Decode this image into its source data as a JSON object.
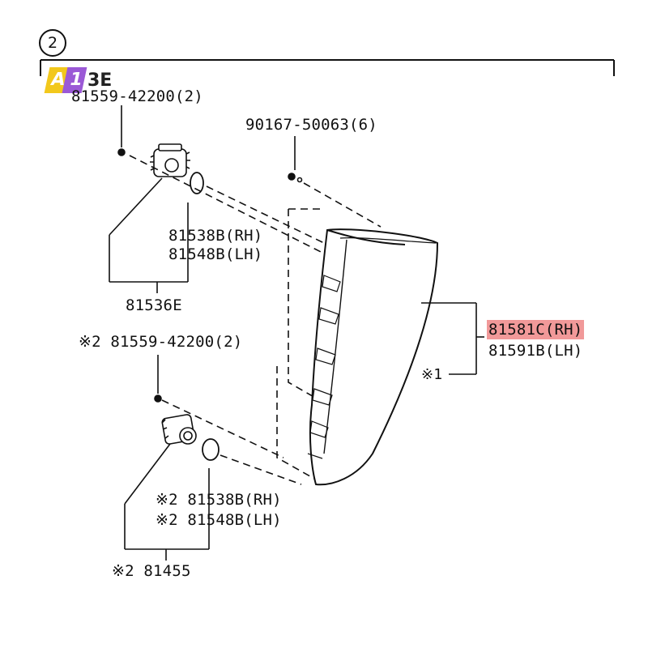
{
  "section_number": "2",
  "watermark": {
    "text_a": "A",
    "text_b": "1",
    "text_rest": "3E"
  },
  "labels": {
    "top_bulb_bolt": "81559-42200(2)",
    "top_screw": "90167-50063(6)",
    "top_gasket_rh": "81538B(RH)",
    "top_gasket_lh": "81548B(LH)",
    "top_socket": "81536E",
    "lamp_rh": "81581C(RH)",
    "lamp_lh": "81591B(LH)",
    "lamp_note": "※1",
    "bottom_bulb_bolt": "※2 81559-42200(2)",
    "bottom_gasket_rh": "※2 81538B(RH)",
    "bottom_gasket_lh": "※2 81548B(LH)",
    "bottom_socket": "※2 81455"
  },
  "colors": {
    "highlight": "#e64646",
    "line": "#111111",
    "logo_yellow": "#f2c81c",
    "logo_purple": "#9b59d6"
  }
}
